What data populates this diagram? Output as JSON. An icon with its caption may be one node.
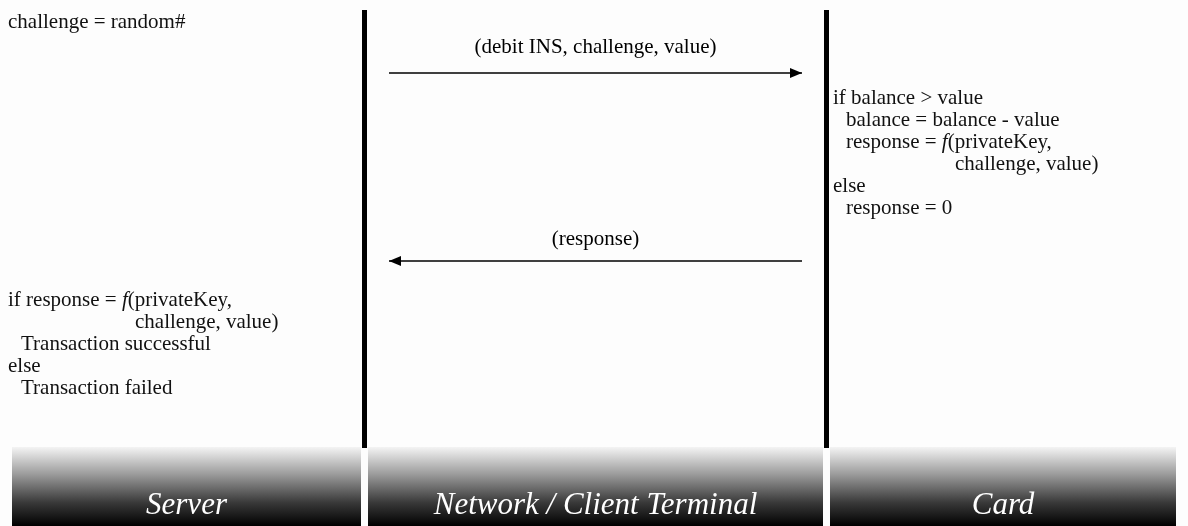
{
  "diagram": {
    "nodes": [
      {
        "text": [],
        "shape": "bar"
      },
      {
        "text": [],
        "shape": "bar"
      },
      {
        "text": [
          "Server"
        ]
      },
      {
        "text": [
          "Network / Client Terminal"
        ]
      },
      {
        "text": [
          "Card"
        ]
      }
    ],
    "edges": [
      {
        "from": 0,
        "to": 1,
        "arrow": "to",
        "label": "(debit INS, challenge, value)"
      },
      {
        "from": 1,
        "to": 0,
        "arrow": "to",
        "label": "(response)"
      }
    ],
    "labels": [
      "challenge = random#",
      "if balance > value",
      "balance = balance - value",
      "response = *f*(privateKey, challenge, value)",
      "else",
      "response = 0",
      "if response = *f*(privateKey, challenge, value)",
      "Transaction successful",
      "else",
      "Transaction failed"
    ]
  }
}
